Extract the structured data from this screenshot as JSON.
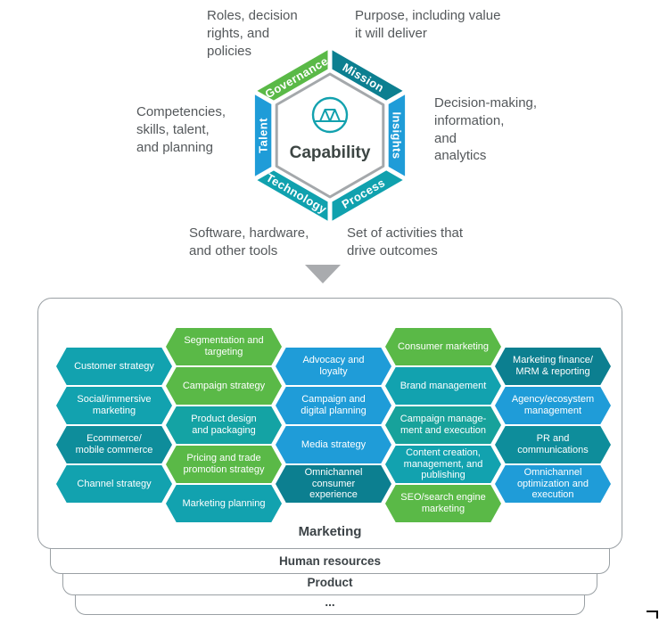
{
  "diagram": {
    "center_label": "Capability",
    "segments": {
      "governance": {
        "label": "Governance",
        "color": "#5ab947",
        "note": "Roles, decision\nrights, and\npolicies"
      },
      "mission": {
        "label": "Mission",
        "color": "#0c7f90",
        "note": "Purpose, including value\nit will deliver"
      },
      "insights": {
        "label": "Insights",
        "color": "#1f9cd8",
        "note": "Decision-making,\ninformation,\nand\nanalytics"
      },
      "process": {
        "label": "Process",
        "color": "#10a1ae",
        "note": "Set of activities that\ndrive outcomes"
      },
      "technology": {
        "label": "Technology",
        "color": "#10a1ae",
        "note": "Software, hardware,\nand other tools"
      },
      "talent": {
        "label": "Talent",
        "color": "#1f9cd8",
        "note": "Competencies,\nskills, talent,\nand planning"
      }
    }
  },
  "board": {
    "title": "Marketing",
    "columns": [
      {
        "tiles": [
          {
            "label": "Customer strategy",
            "color": "#12a2af"
          },
          {
            "label": "Social/immersive\nmarketing",
            "color": "#12a2af"
          },
          {
            "label": "Ecommerce/\nmobile commerce",
            "color": "#0e8d9b"
          },
          {
            "label": "Channel strategy",
            "color": "#12a2af"
          }
        ]
      },
      {
        "tiles": [
          {
            "label": "Segmentation and\ntargeting",
            "color": "#5ab947"
          },
          {
            "label": "Campaign strategy",
            "color": "#5ab947"
          },
          {
            "label": "Product design\nand packaging",
            "color": "#14a3a4"
          },
          {
            "label": "Pricing and trade\npromotion strategy",
            "color": "#5ab947"
          },
          {
            "label": "Marketing planning",
            "color": "#12a2af"
          }
        ]
      },
      {
        "tiles": [
          {
            "label": "Advocacy and\nloyalty",
            "color": "#1f9cd8"
          },
          {
            "label": "Campaign and\ndigital planning",
            "color": "#1f9cd8"
          },
          {
            "label": "Media strategy",
            "color": "#1f9cd8"
          },
          {
            "label": "Omnichannel\nconsumer experience",
            "color": "#0c7f90"
          }
        ]
      },
      {
        "tiles": [
          {
            "label": "Consumer marketing",
            "color": "#5ab947"
          },
          {
            "label": "Brand management",
            "color": "#12a2af"
          },
          {
            "label": "Campaign manage-\nment and execution",
            "color": "#17a29b"
          },
          {
            "label": "Content creation,\nmanagement, and\npublishing",
            "color": "#12a2af"
          },
          {
            "label": "SEO/search engine\nmarketing",
            "color": "#5ab947"
          }
        ]
      },
      {
        "tiles": [
          {
            "label": "Marketing finance/\nMRM & reporting",
            "color": "#0c7f90"
          },
          {
            "label": "Agency/ecosystem\nmanagement",
            "color": "#1f9cd8"
          },
          {
            "label": "PR and\ncommunications",
            "color": "#0e8d9b"
          },
          {
            "label": "Omnichannel\noptimization and\nexecution",
            "color": "#1f9cd8"
          }
        ]
      }
    ]
  },
  "stack": [
    {
      "label": "Human resources"
    },
    {
      "label": "Product"
    },
    {
      "label": "..."
    }
  ]
}
